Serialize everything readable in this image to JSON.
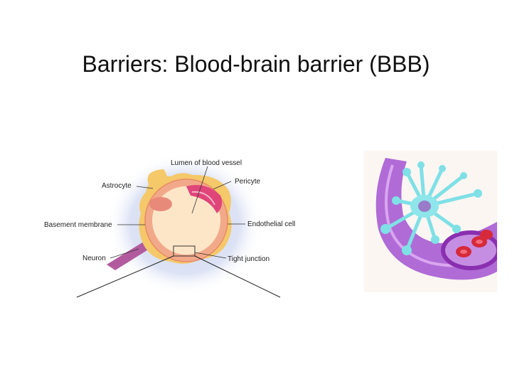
{
  "slide": {
    "title": "Barriers: Blood-brain barrier (BBB)"
  },
  "diagram": {
    "labels": {
      "lumen": "Lumen of blood vessel",
      "astrocyte": "Astrocyte",
      "pericyte": "Pericyte",
      "basement_membrane": "Basement membrane",
      "endothelial_cell": "Endothelial cell",
      "neuron": "Neuron",
      "tight_junction": "Tight junction"
    }
  },
  "colors": {
    "glow": "#c9d3ee",
    "astrocyte": "#f5c86a",
    "vessel_wall": "#f2a98a",
    "lumen": "#fde6c8",
    "pericyte": "#e0457a",
    "neuron": "#b25a9e",
    "astro_cell_blue": "#7fe0e6",
    "vessel_purple": "#a14bc9",
    "rbc_red": "#d62a3a"
  }
}
